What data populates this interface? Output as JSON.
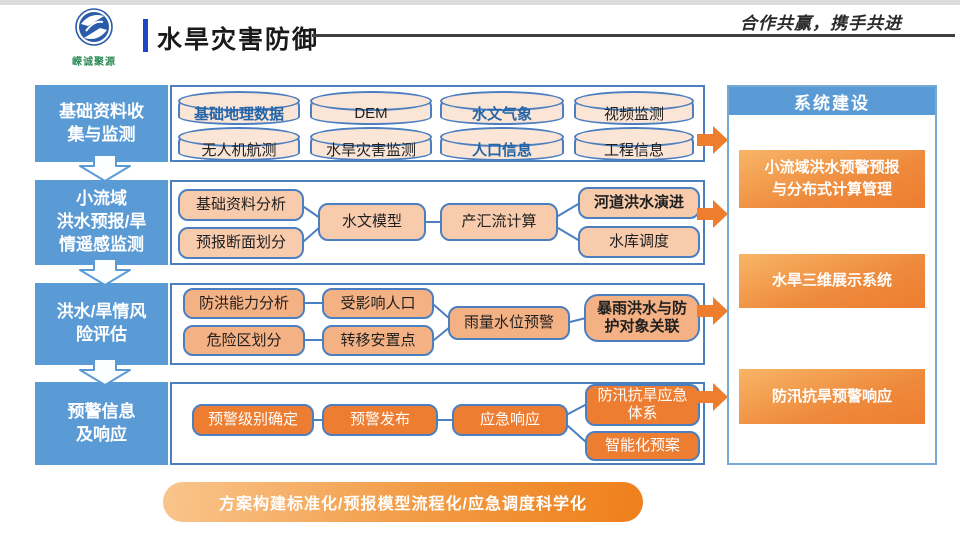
{
  "header": {
    "logo_text": "嵘诚聚源",
    "title": "水旱灾害防御",
    "slogan": "合作共赢，携手共进"
  },
  "stages": [
    {
      "label": "基础资料收\n集与监测"
    },
    {
      "label": "小流域\n洪水预报/旱\n情遥感监测"
    },
    {
      "label": "洪水/旱情风\n险评估"
    },
    {
      "label": "预警信息\n及响应"
    }
  ],
  "collection": [
    "基础地理数据",
    "DEM",
    "水文气象",
    "视频监测",
    "无人机航测",
    "水旱灾害监测",
    "人口信息",
    "工程信息"
  ],
  "forecast": [
    "基础资料分析",
    "预报断面划分",
    "水文模型",
    "产汇流计算",
    "河道洪水演进",
    "水库调度"
  ],
  "risk": [
    "防洪能力分析",
    "受影响人口",
    "危险区划分",
    "转移安置点",
    "雨量水位预警",
    "暴雨洪水与防\n护对象关联"
  ],
  "warning": [
    "预警级别确定",
    "预警发布",
    "应急响应",
    "防汛抗旱应急\n体系",
    "智能化预案"
  ],
  "panel": {
    "title": "系统建设",
    "items": [
      "小流域洪水预警预报\n与分布式计算管理",
      "水旱三维展示系统",
      "防汛抗旱预警响应"
    ]
  },
  "footer": {
    "banner": "方案构建标准化/预报模型流程化/应急调度科学化"
  },
  "colors": {
    "stage_blue": "#5B9BD5",
    "border_blue": "#4C7FC0",
    "orange": "#ED7D31",
    "peach_light": "#FBE5D6",
    "peach": "#F8CBAD",
    "peach_deep": "#F4B183",
    "logo_blue": "#2A5CAA",
    "logo_green": "#2E8B57"
  }
}
